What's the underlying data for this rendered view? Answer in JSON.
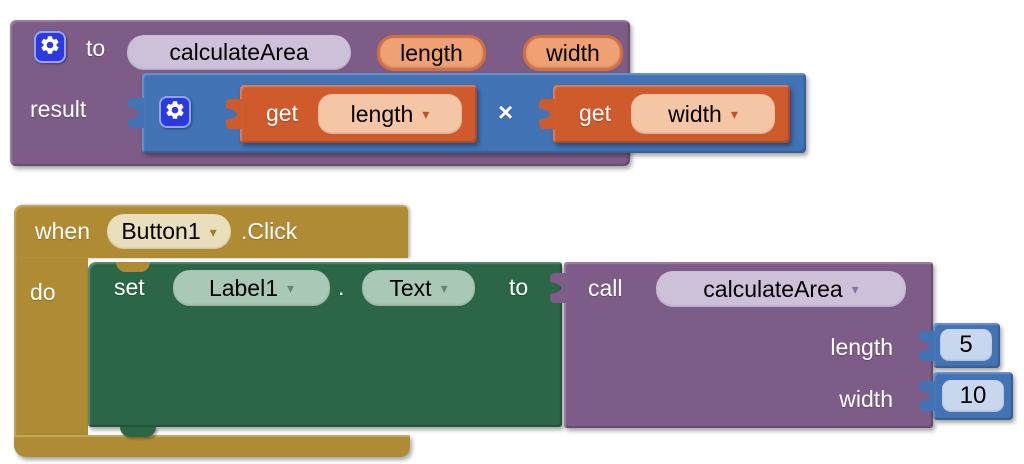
{
  "app": {
    "description": "App Inventor blocks workspace"
  },
  "colors": {
    "procedure_purple": "#7E5C88",
    "event_gold": "#AF8C33",
    "setter_green": "#2B6647",
    "math_blue": "#4173B5",
    "variable_orange": "#CF5B2D",
    "pill_lavender": "#CDC0D9",
    "pill_cream": "#EADFBD",
    "pill_sage": "#A9C8B6",
    "pill_salmon": "#F5C6A6",
    "pill_lightblue": "#C9D7EE",
    "gear_button_blue": "#2B3AE0"
  },
  "procedure_block": {
    "kind_label": "to",
    "name": "calculateArea",
    "params": [
      "length",
      "width"
    ],
    "result_label": "result"
  },
  "multiply_block": {
    "operator": "×",
    "left": {
      "label": "get",
      "value": "length"
    },
    "right": {
      "label": "get",
      "value": "width"
    }
  },
  "event_block": {
    "when_label": "when",
    "component": "Button1",
    "event": ".Click",
    "do_label": "do"
  },
  "set_block": {
    "set_label": "set",
    "component": "Label1",
    "dot": ".",
    "property": "Text",
    "to_label": "to"
  },
  "call_block": {
    "call_label": "call",
    "procedure": "calculateArea",
    "args": [
      {
        "name": "length",
        "value": "5"
      },
      {
        "name": "width",
        "value": "10"
      }
    ]
  }
}
